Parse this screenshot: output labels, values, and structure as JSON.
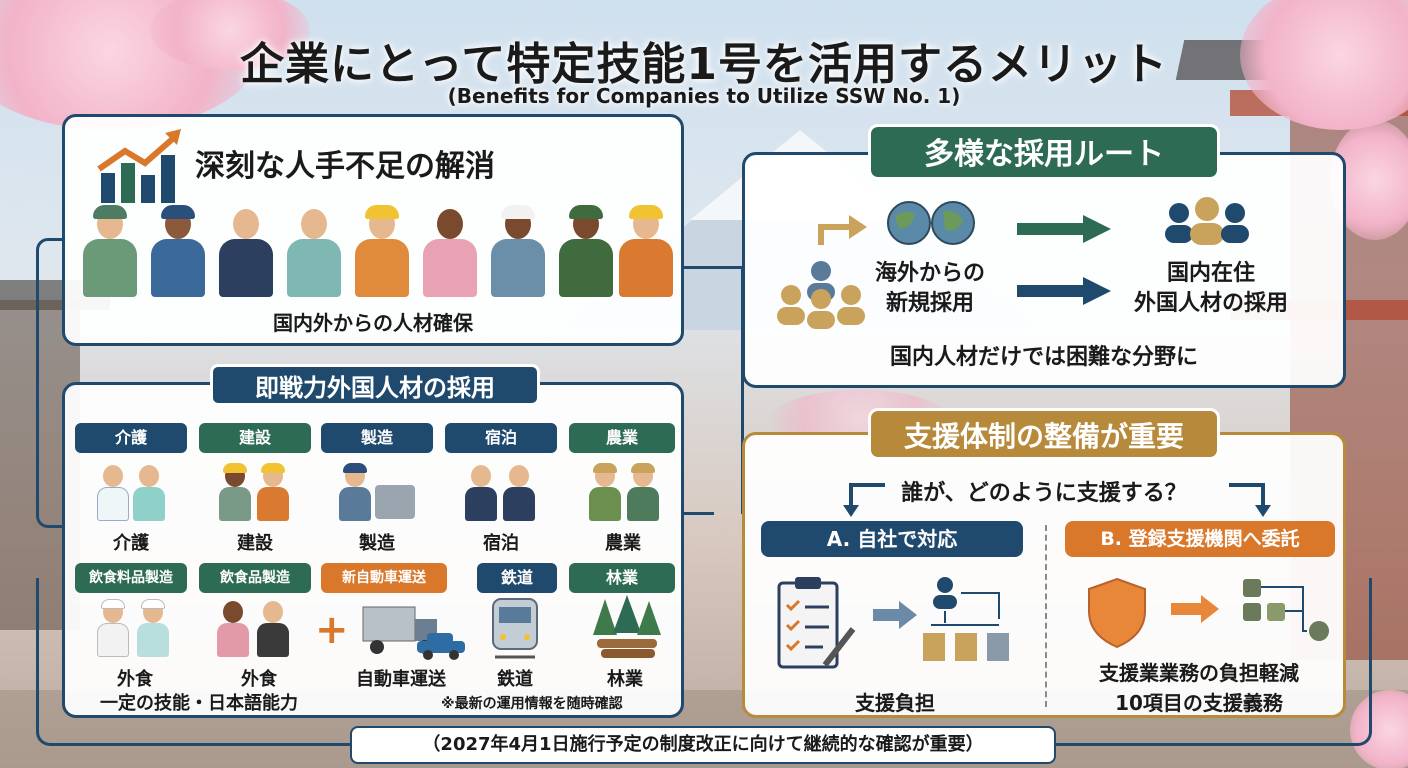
{
  "header": {
    "title": "企業にとって特定技能1号を活用するメリット",
    "subtitle": "(Benefits for Companies to Utilize SSW No. 1)"
  },
  "panel_labor": {
    "title": "深刻な人手不足の解消",
    "caption": "国内外からの人材確保",
    "icon": "chart-up-icon"
  },
  "panel_sectors": {
    "title": "即戦力外国人材の採用",
    "row1": [
      {
        "tag": "介護",
        "label": "介護",
        "color": "#1f4a6e"
      },
      {
        "tag": "建設",
        "label": "建設",
        "color": "#2e6b55"
      },
      {
        "tag": "製造",
        "label": "製造",
        "color": "#1f4a6e"
      },
      {
        "tag": "宿泊",
        "label": "宿泊",
        "color": "#1f4a6e"
      },
      {
        "tag": "農業",
        "label": "農業",
        "color": "#2e6b55"
      }
    ],
    "row2": [
      {
        "tag": "飲食料品製造",
        "label": "外食",
        "color": "#2e6b55"
      },
      {
        "tag": "飲食品製造",
        "label": "外食",
        "color": "#2e6b55"
      },
      {
        "tag": "新自動車運送",
        "label": "自動車運送",
        "color": "#d9772b"
      },
      {
        "tag": "鉄道",
        "label": "鉄道",
        "color": "#1f4a6e"
      },
      {
        "tag": "林業",
        "label": "林業",
        "color": "#2e6b55"
      }
    ],
    "sub_label": "一定の技能・日本語能力",
    "plus": "+",
    "note": "※最新の運用情報を随時確認"
  },
  "panel_routes": {
    "title": "多様な採用ルート",
    "route_overseas": [
      "海外からの",
      "新規採用"
    ],
    "route_domestic": [
      "国内在住",
      "外国人材の採用"
    ],
    "caption": "国内人材だけでは困難な分野に"
  },
  "panel_support": {
    "title": "支援体制の整備が重要",
    "question": "誰が、どのように支援する？",
    "option_a": "A. 自社で対応",
    "option_b": "B. 登録支援機関へ委託",
    "caption_a": "支援負担",
    "caption_b1": "支援業業務の負担軽減",
    "caption_b2": "10項目の支援義務"
  },
  "footer": {
    "text": "（2027年4月1日施行予定の制度改正に向けて継続的な確認が重要）"
  },
  "colors": {
    "navy": "#1f4a6e",
    "green": "#2e6b55",
    "orange": "#d9772b",
    "gold": "#b7893a"
  }
}
